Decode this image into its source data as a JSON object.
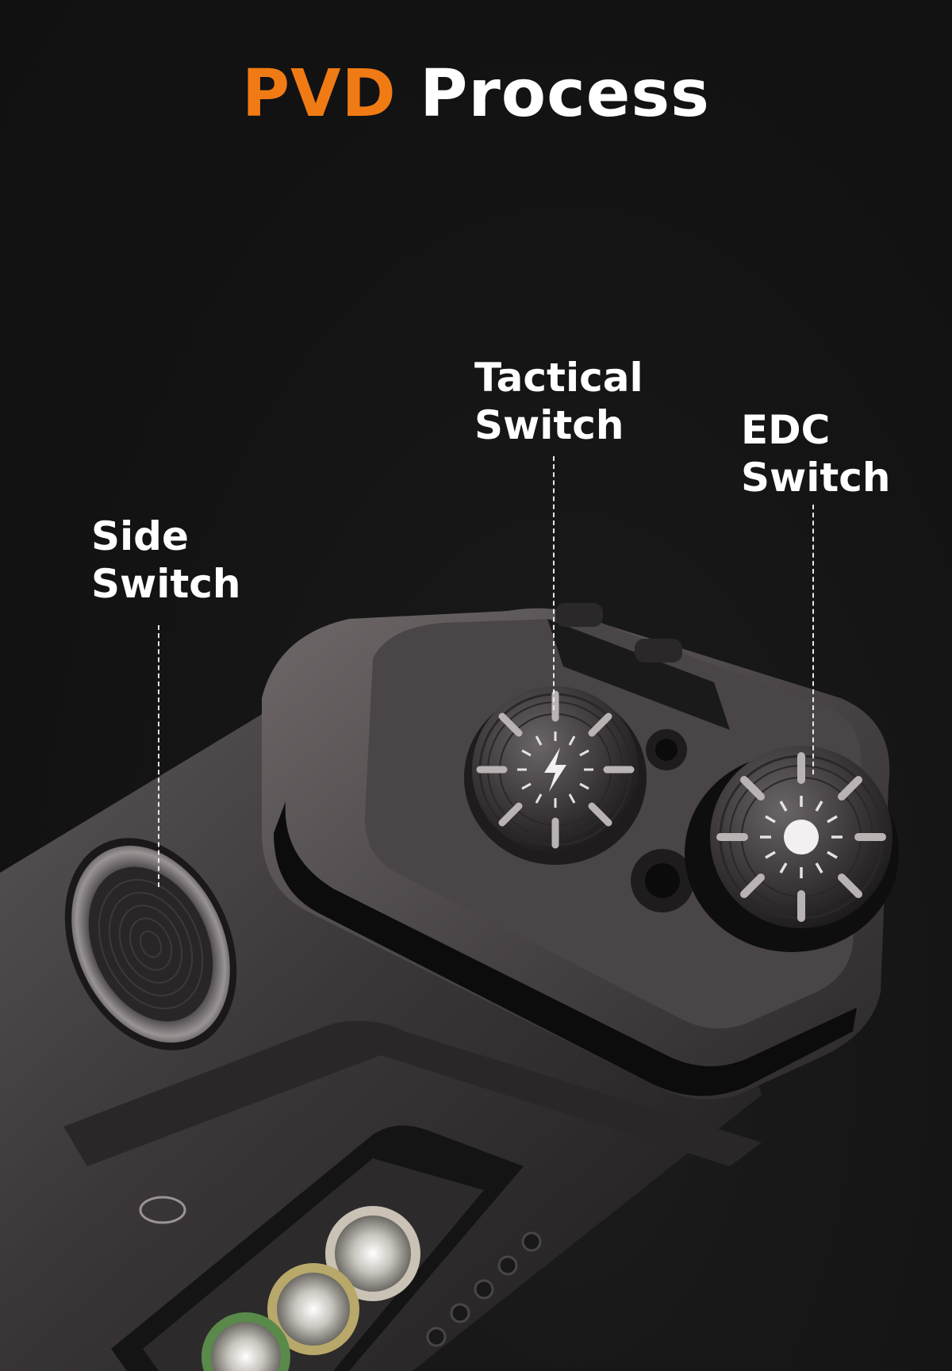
{
  "title": {
    "accent_text": "PVD",
    "main_text": "Process"
  },
  "callouts": {
    "tactical": "Tactical\nSwitch",
    "edc": "EDC\nSwitch",
    "side": "Side\nSwitch"
  },
  "colors": {
    "background": "#141414",
    "accent": "#f07b14",
    "text": "#ffffff"
  }
}
